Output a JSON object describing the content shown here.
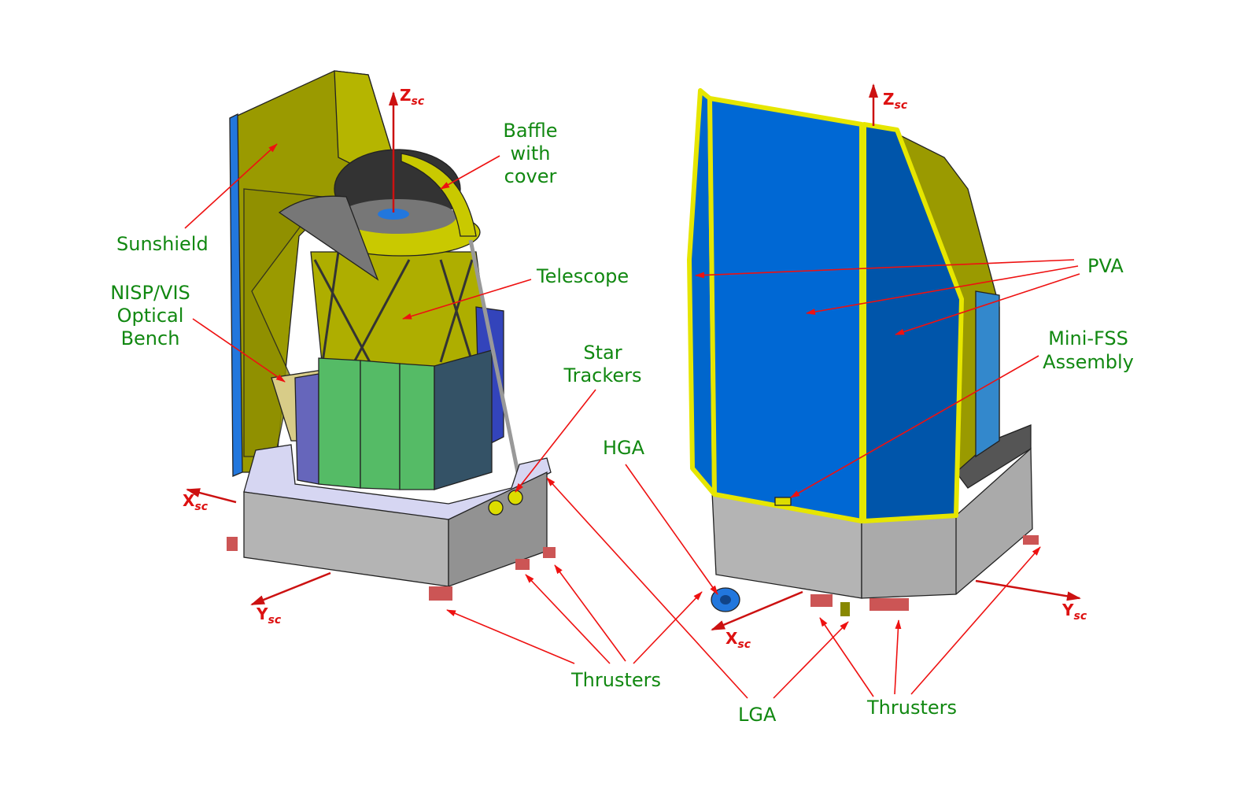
{
  "labels": {
    "sunshield": "Sunshield",
    "baffle": [
      "Baffle",
      "with",
      "cover"
    ],
    "telescope": "Telescope",
    "optical_bench": [
      "NISP/VIS",
      "Optical",
      "Bench"
    ],
    "star_trackers": [
      "Star",
      "Trackers"
    ],
    "hga": "HGA",
    "thrusters_left": "Thrusters",
    "lga": "LGA",
    "thrusters_right": "Thrusters",
    "pva": "PVA",
    "mini_fss": [
      "Mini-FSS",
      "Assembly"
    ]
  },
  "axes": {
    "z": "Z",
    "x": "X",
    "y": "Y",
    "subscript": "sc"
  },
  "colors": {
    "label_text": "#118811",
    "arrows": "#ee1111",
    "solar_panel": "#0066cc",
    "sunshield": "#9a9a00"
  }
}
